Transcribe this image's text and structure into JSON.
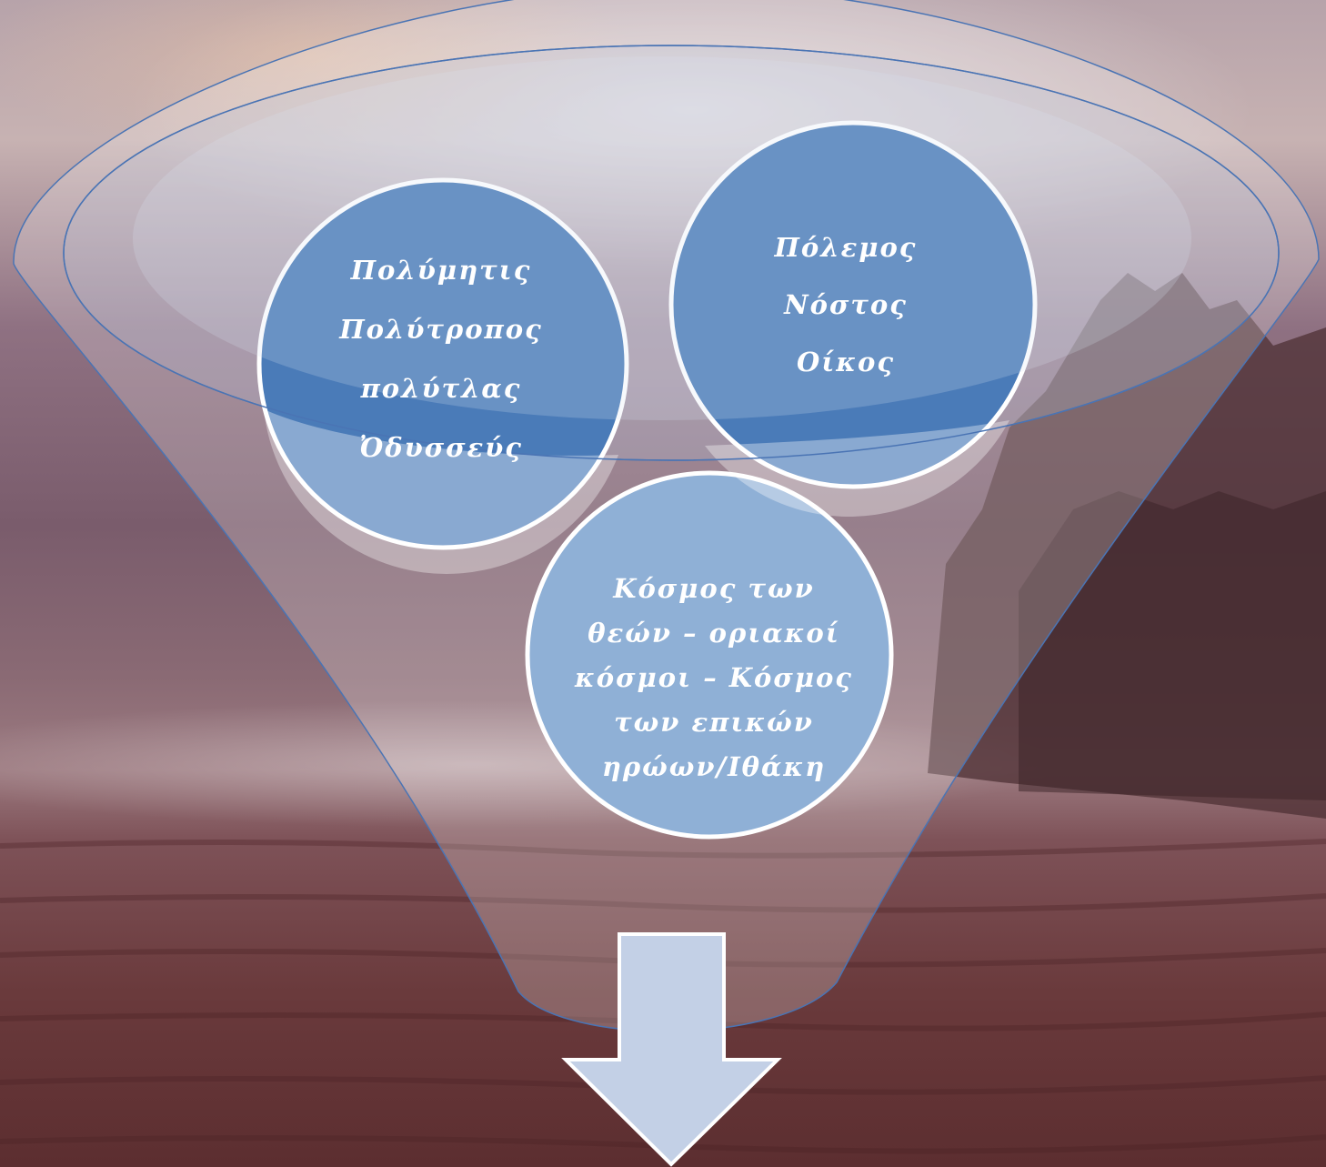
{
  "diagram": {
    "type": "funnel",
    "circles": [
      {
        "lines": [
          "Πολύμητις",
          "Πολύτροπος",
          "πολύτλας",
          "Ὀδυσσεύς"
        ]
      },
      {
        "lines": [
          "Πόλεμος",
          "Νόστος",
          "Οίκος"
        ]
      },
      {
        "lines": [
          "Κόσμος των",
          "θεών – οριακοί",
          "κόσμοι – Κόσμος",
          "των επικών",
          "ηρώων/Ιθάκη"
        ]
      }
    ],
    "arrow_direction": "down"
  },
  "colors": {
    "circle_dark": "#4a7bb8",
    "circle_light": "#8fb0d6",
    "funnel_outline": "#4a74b4",
    "arrow_fill": "#c3d0e6",
    "circle_border": "#ffffff"
  }
}
